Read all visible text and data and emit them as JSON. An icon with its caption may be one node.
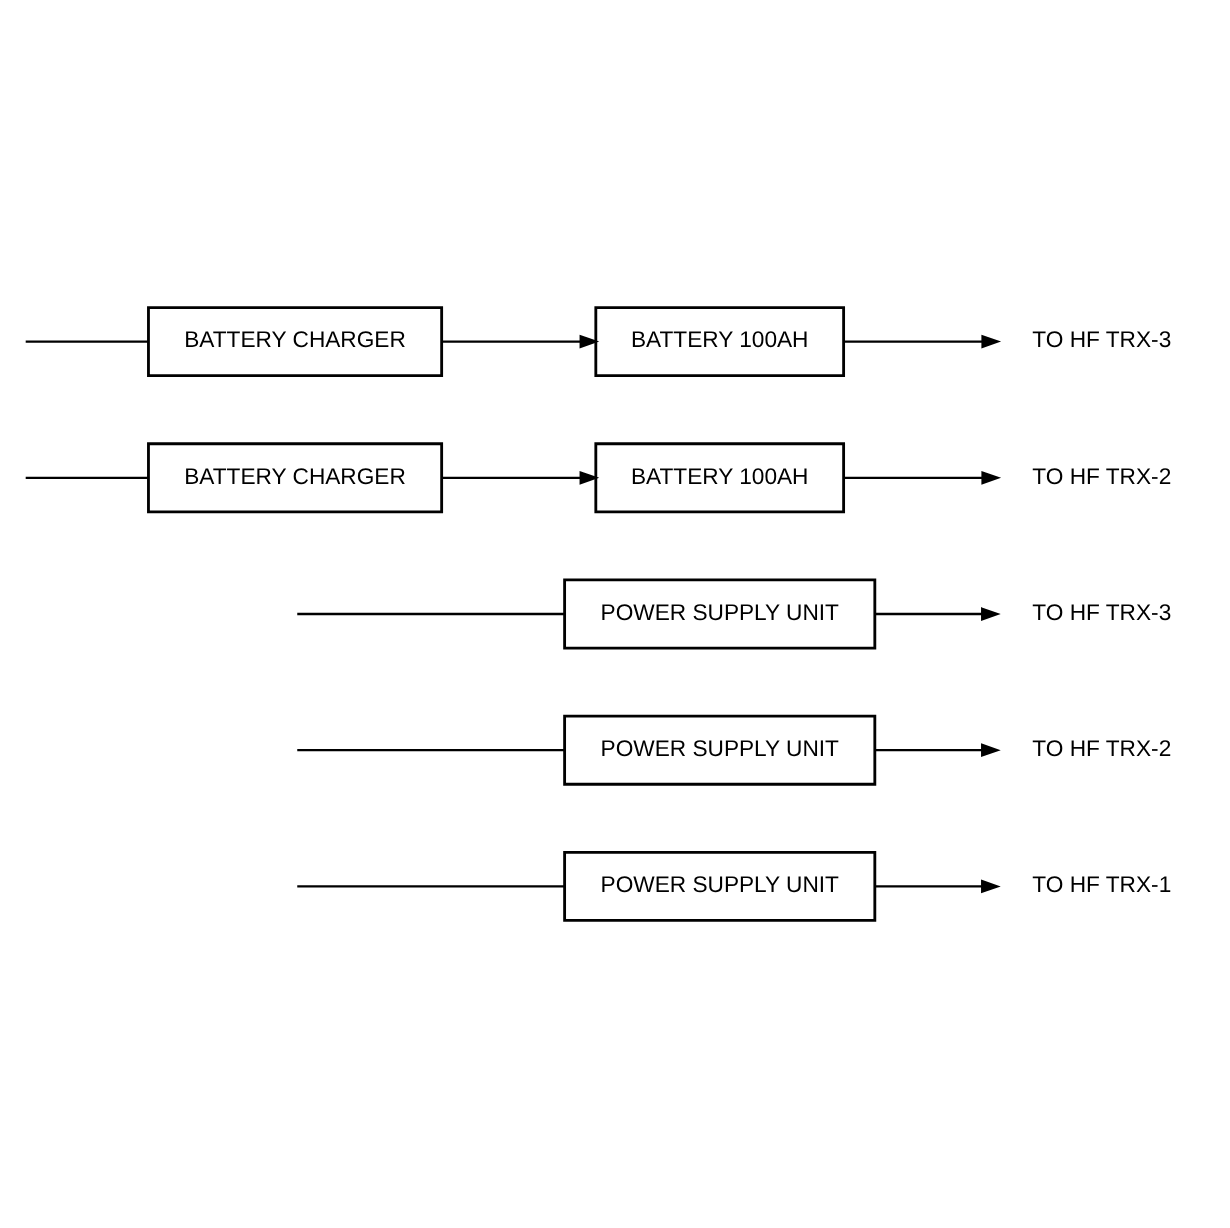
{
  "diagram": {
    "nodes": [
      {
        "text": [
          "POWER SUPPLY UNIT"
        ]
      },
      {
        "text": [
          "TO HF TRX-1"
        ]
      },
      {
        "text": [
          "POWER SUPPLY UNIT"
        ]
      },
      {
        "text": [
          "TO HF TRX-2"
        ]
      },
      {
        "text": [
          "POWER SUPPLY UNIT"
        ]
      },
      {
        "text": [
          "TO HF TRX-3"
        ]
      },
      {
        "text": [
          "BATTERY CHARGER"
        ]
      },
      {
        "text": [
          "BATTERY 100AH"
        ]
      },
      {
        "text": [
          "TO HF TRX-2"
        ]
      },
      {
        "text": [
          "BATTERY CHARGER"
        ]
      },
      {
        "text": [
          "BATTERY 100AH"
        ]
      },
      {
        "text": [
          "TO HF TRX-3"
        ]
      }
    ],
    "edges": [
      {
        "from": null,
        "to": 0,
        "arrow": "none"
      },
      {
        "from": 0,
        "to": 1,
        "arrow": "to"
      },
      {
        "from": null,
        "to": 2,
        "arrow": "none"
      },
      {
        "from": 2,
        "to": 3,
        "arrow": "to"
      },
      {
        "from": null,
        "to": 4,
        "arrow": "none"
      },
      {
        "from": 4,
        "to": 5,
        "arrow": "to"
      },
      {
        "from": null,
        "to": 6,
        "arrow": "none"
      },
      {
        "from": 6,
        "to": 7,
        "arrow": "to"
      },
      {
        "from": 7,
        "to": 8,
        "arrow": "to"
      },
      {
        "from": null,
        "to": 9,
        "arrow": "none"
      },
      {
        "from": 9,
        "to": 10,
        "arrow": "to"
      },
      {
        "from": 10,
        "to": 11,
        "arrow": "to"
      }
    ]
  }
}
